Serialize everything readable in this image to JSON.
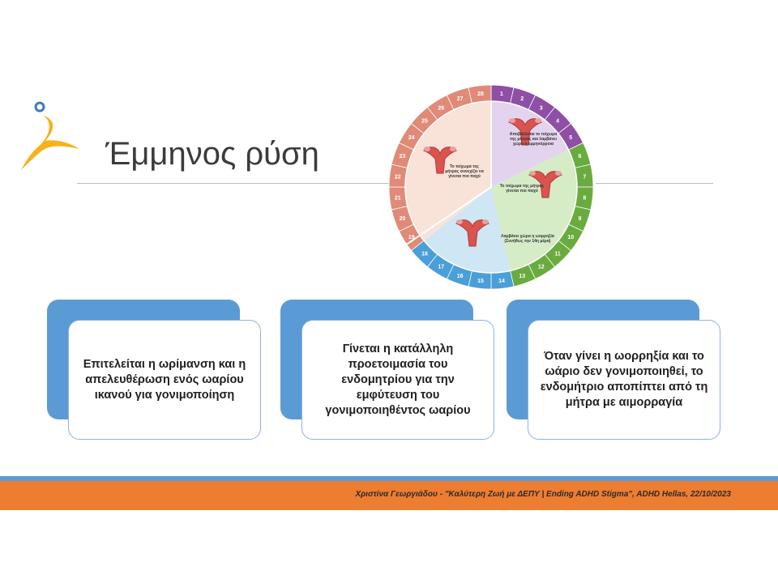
{
  "slide": {
    "title": "Έμμηνος ρύση"
  },
  "colors": {
    "accent_blue": "#5b9bd5",
    "accent_orange": "#ed7d31",
    "logo_yellow": "#f5b21b",
    "logo_blue": "#3a7dbf",
    "ring_purple": "#8e4fa5",
    "ring_green": "#6aab3f",
    "ring_blue": "#4a9fd8",
    "ring_salmon": "#e08a78"
  },
  "diagram": {
    "captions": {
      "q1": "Αποβάλλεται το τοίχωμα της μήτρας και λαμβάνει χώρα η εμμηνόρροια",
      "q2": "Το τοίχωμα της μήτρας γίνεται πιο παχύ",
      "q3": "Λαμβάνει χώρα η ωορρηξία (Συνήθως την 14η μέρα)",
      "q4": "Το τοίχωμα της μήτρας συνεχίζει να γίνεται πιο παχύ"
    },
    "days": [
      "1",
      "2",
      "3",
      "4",
      "5",
      "6",
      "7",
      "8",
      "9",
      "10",
      "11",
      "12",
      "13",
      "14",
      "15",
      "16",
      "17",
      "18",
      "19",
      "20",
      "21",
      "22",
      "23",
      "24",
      "25",
      "26",
      "27",
      "28"
    ]
  },
  "cards": [
    {
      "text": "Επιτελείται η ωρίμανση και η απελευθέρωση ενός ωαρίου ικανού για γονιμοποίηση"
    },
    {
      "text": "Γίνεται η κατάλληλη προετοιμασία του ενδομητρίου για την εμφύτευση του γονιμοποιηθέντος ωαρίου"
    },
    {
      "text": "Όταν γίνει η ωορρηξία και το ωάριο δεν γονιμοποιηθεί, το ενδομήτριο αποπίπτει από τη μήτρα με αιμορραγία"
    }
  ],
  "footer": {
    "text": "Χριστίνα Γεωργιάδου - \"Καλύτερη Ζωή με ΔΕΠΥ | Ending ADHD Stigma\", ADHD Hellas, 22/10/2023"
  }
}
